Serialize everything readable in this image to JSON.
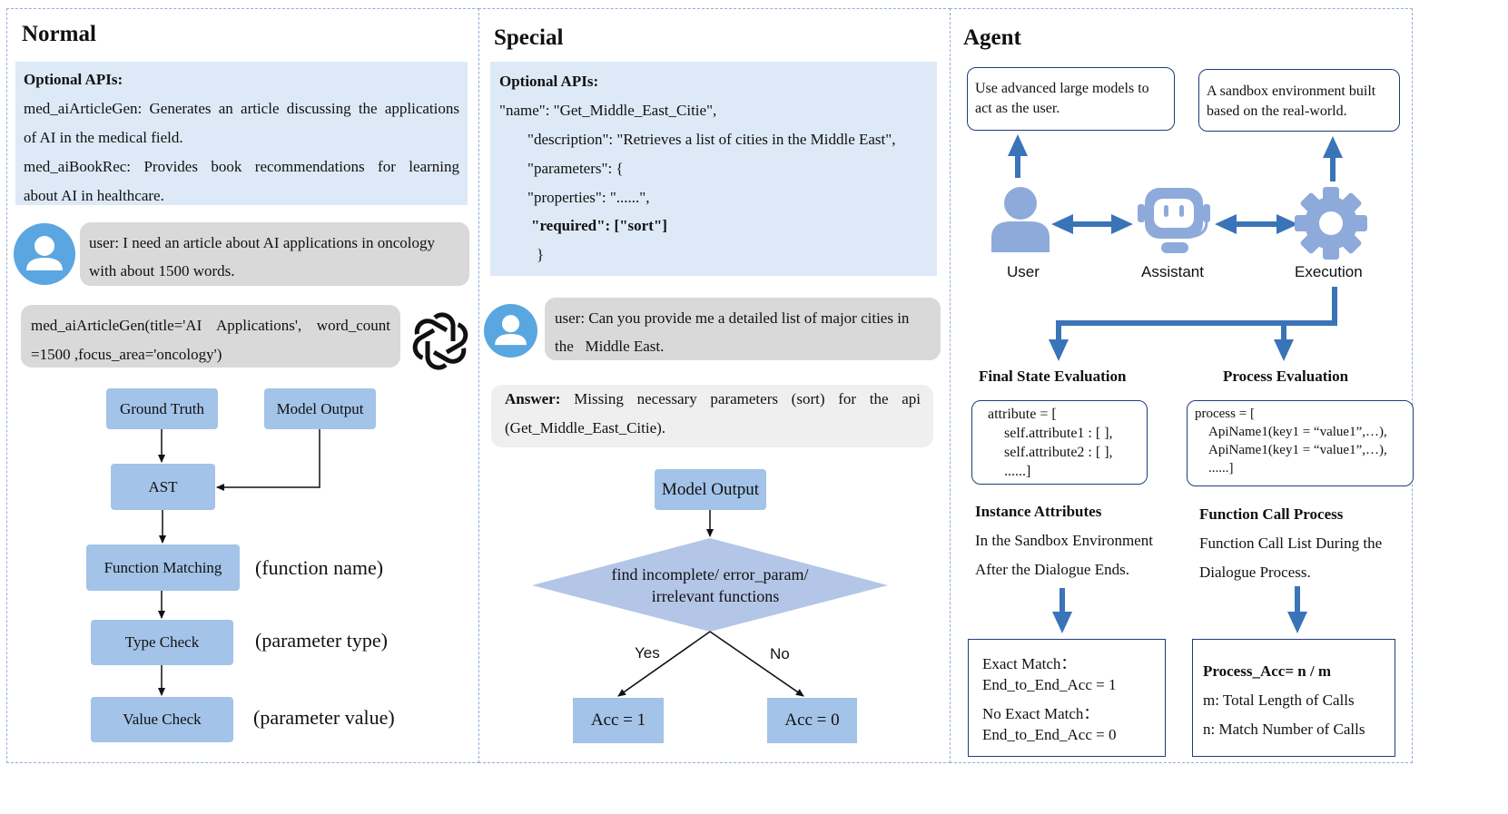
{
  "normal": {
    "title": "Normal",
    "api_header": "Optional APIs:",
    "api_lines": [
      "med_aiArticleGen: Generates an article discussing the applications",
      "of AI in the medical field.",
      "med_aiBookRec: Provides book recommendations for learning",
      "about AI in healthcare."
    ],
    "user_lines": [
      "user: I need an article about AI applications in oncology",
      "with about 1500 words."
    ],
    "model_lines": [
      "med_aiArticleGen(title='AI  Applications', word_count",
      "=1500 ,focus_area='oncology')"
    ],
    "flow": {
      "ground_truth": "Ground Truth",
      "model_output": "Model Output",
      "ast": "AST",
      "function_matching": "Function Matching",
      "type_check": "Type Check",
      "value_check": "Value Check",
      "note_function": "(function name)",
      "note_type": "(parameter type)",
      "note_value": "(parameter value)"
    }
  },
  "special": {
    "title": "Special",
    "api_header": "Optional APIs:",
    "api_lines": [
      "\"name\": \"Get_Middle_East_Citie\",",
      "\"description\": \"Retrieves a list of cities in the Middle East\",",
      "\"parameters\": {",
      "\"properties\": \"......\",",
      "\"required\": [\"sort\"]",
      "}"
    ],
    "user_lines": [
      "user: Can you provide me a detailed list of major cities in",
      "the   Middle East."
    ],
    "answer_label": "Answer:",
    "answer_text": "Missing necessary parameters (sort) for the api",
    "answer_line2": "(Get_Middle_East_Citie).",
    "flow": {
      "model_output": "Model Output",
      "diamond_line1": "find incomplete/ error_param/",
      "diamond_line2": "irrelevant functions",
      "yes": "Yes",
      "no": "No",
      "acc_yes": "Acc = 1",
      "acc_no": "Acc = 0"
    }
  },
  "agent": {
    "title": "Agent",
    "user_desc": [
      "Use advanced large models to",
      "act as the user."
    ],
    "sandbox_desc": [
      "A sandbox environment built",
      "based on the real-world."
    ],
    "user_label": "User",
    "assistant_label": "Assistant",
    "execution_label": "Execution",
    "final_state_title": "Final State Evaluation",
    "process_eval_title": "Process Evaluation",
    "attribute_code": [
      "attribute = [",
      "self.attribute1 : [  ],",
      "self.attribute2 : [  ],",
      "......]"
    ],
    "process_code": [
      "process = [",
      "ApiName1(key1 = “value1”,…),",
      "ApiName1(key1 = “value1”,…),",
      "......]"
    ],
    "instance_title": "Instance Attributes",
    "instance_lines": [
      "In the Sandbox Environment",
      "After the Dialogue Ends."
    ],
    "fcall_title": "Function Call Process",
    "fcall_lines": [
      "Function Call List During the",
      "Dialogue Process."
    ],
    "exact_lines": [
      "Exact Match：",
      "End_to_End_Acc = 1",
      "No Exact Match：",
      "End_to_End_Acc = 0"
    ],
    "process_acc_title": "Process_Acc= n / m",
    "process_acc_lines": [
      "m: Total Length of Calls",
      "n: Match Number of Calls"
    ]
  },
  "colors": {
    "arrow_blue": "#3a74b8",
    "icon_blue": "#8eaadb",
    "api_bg": "#dde9f6",
    "button_blue": "#a3c3e8"
  }
}
